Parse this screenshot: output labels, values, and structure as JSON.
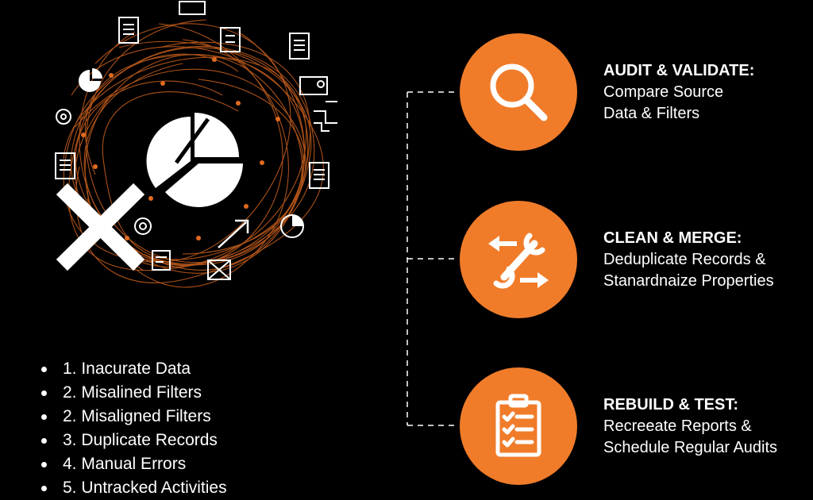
{
  "issues": [
    "1. Inacurate Data",
    "2. Misalined Filters",
    "2. Misaligned Filters",
    "3. Duplicate Records",
    "4. Manual Errors",
    "5. Untracked Activities"
  ],
  "steps": [
    {
      "title": "AUDIT & VALIDATE:",
      "description": "Compare Source\nData & Filters",
      "icon": "magnifier-icon"
    },
    {
      "title": "CLEAN & MERGE:",
      "description": "Deduplicate Records &\nStanardnaize Properties",
      "icon": "wrench-arrows-icon"
    },
    {
      "title": "REBUILD & TEST:",
      "description": "Recreeate Reports &\nSchedule Regular Audits",
      "icon": "clipboard-checklist-icon"
    }
  ],
  "colors": {
    "accent": "#f07c2a",
    "background": "#000000",
    "text": "#ffffff"
  }
}
